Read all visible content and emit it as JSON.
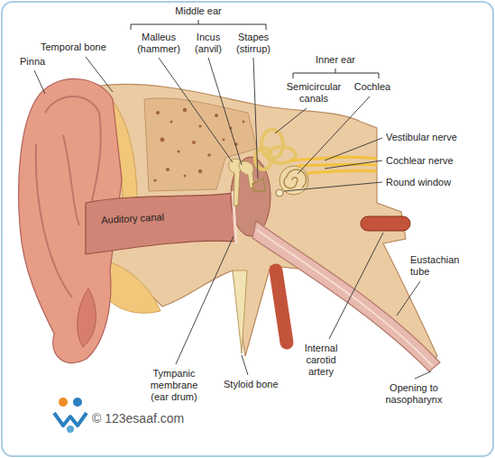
{
  "diagram": {
    "labels": [
      "Middle ear",
      "Temporal bone",
      "Malleus (hammer)",
      "Incus (anvil)",
      "Stapes (stirrup)",
      "Inner ear",
      "Semicircular canals",
      "Cochlea",
      "Pinna",
      "Vestibular nerve",
      "Cochlear nerve",
      "Round window",
      "Auditory canal",
      "Eustachian tube",
      "Internal carotid artery",
      "Tympanic membrane (ear drum)",
      "Styloid bone",
      "Opening to nasopharynx",
      "© 123esaaf.com"
    ]
  }
}
